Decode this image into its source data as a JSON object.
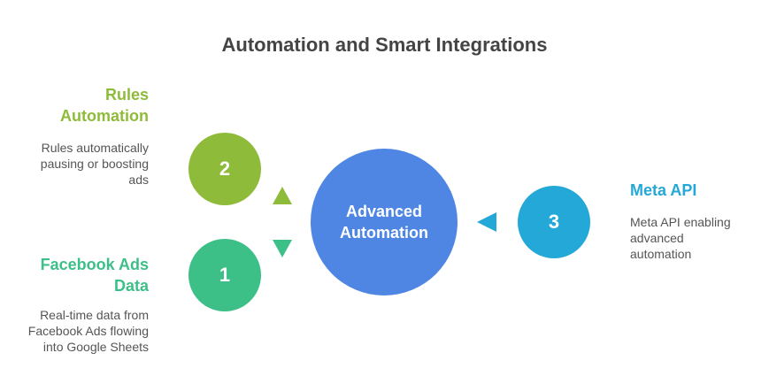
{
  "title": "Automation and Smart Integrations",
  "center": {
    "label": "Advanced Automation",
    "color": "#4f86e3"
  },
  "steps": [
    {
      "number": "1",
      "heading": "Facebook Ads Data",
      "description": "Real-time data from Facebook Ads flowing into Google Sheets",
      "color": "#3dbf88"
    },
    {
      "number": "2",
      "heading": "Rules Automation",
      "description": "Rules automatically pausing or boosting ads",
      "color": "#8fbb3a"
    },
    {
      "number": "3",
      "heading": "Meta API",
      "description": "Meta API enabling advanced automation",
      "color": "#23a8d8"
    }
  ]
}
